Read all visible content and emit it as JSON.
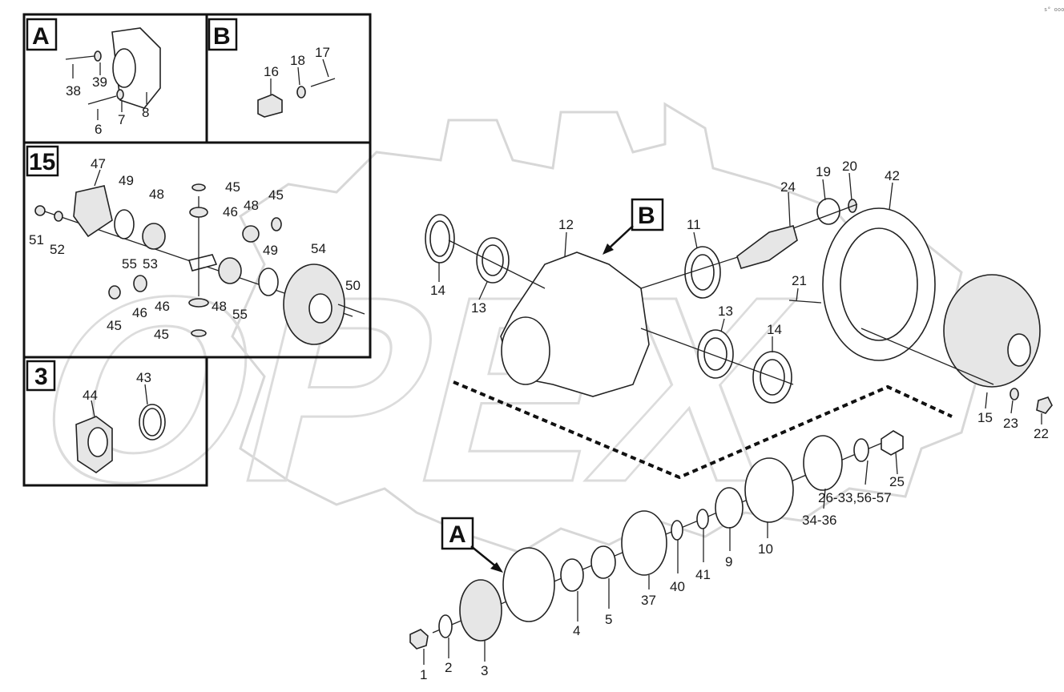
{
  "corner_mark": "s° ooo",
  "watermark": "OPEX",
  "insets": [
    {
      "id": "A",
      "label": "A",
      "parts": [
        "38",
        "39",
        "8",
        "6",
        "7"
      ]
    },
    {
      "id": "B",
      "label": "B",
      "parts": [
        "16",
        "18",
        "17"
      ]
    },
    {
      "id": "15",
      "label": "15",
      "parts": [
        "47",
        "49",
        "48",
        "45",
        "46",
        "45",
        "51",
        "52",
        "55",
        "53",
        "54",
        "49",
        "50",
        "45",
        "46",
        "46",
        "48",
        "55",
        "45"
      ]
    },
    {
      "id": "3",
      "label": "3",
      "parts": [
        "44",
        "43"
      ]
    }
  ],
  "callouts": {
    "A": "A",
    "B": "B"
  },
  "main_parts": [
    "12",
    "11",
    "24",
    "19",
    "20",
    "42",
    "14",
    "13",
    "13",
    "14",
    "21",
    "15",
    "23",
    "22",
    "25",
    "26-33,56-57",
    "34-36",
    "10",
    "9",
    "41",
    "40",
    "37",
    "5",
    "4",
    "1",
    "2",
    "3"
  ]
}
